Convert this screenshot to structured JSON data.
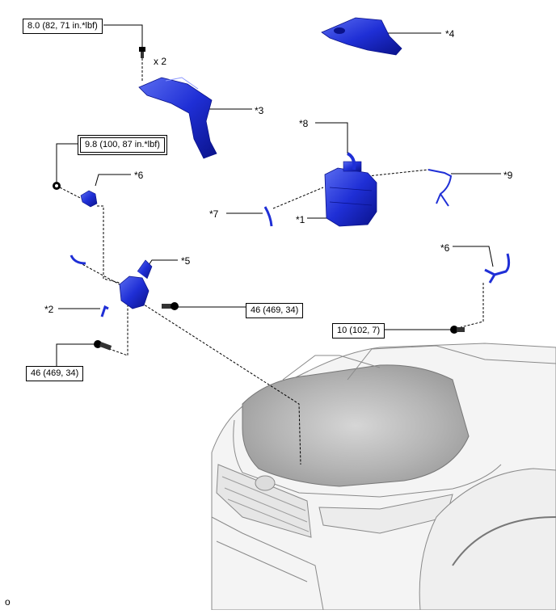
{
  "torque_specs": {
    "t1": "8.0 (82, 71 in.*lbf)",
    "t2": "9.8 (100, 87 in.*lbf)",
    "t3": "46 (469, 34)",
    "t4": "46 (469, 34)",
    "t5": "10 (102, 7)"
  },
  "quantity": "x 2",
  "callouts": {
    "c1": "*1",
    "c2": "*2",
    "c3": "*3",
    "c4": "*4",
    "c5": "*5",
    "c6a": "*6",
    "c6b": "*6",
    "c7": "*7",
    "c8": "*8",
    "c9": "*9"
  },
  "illustration_code": "o",
  "colors": {
    "part_blue": "#1f2fd6",
    "part_dark": "#0a128a",
    "part_light": "#5a6cf0",
    "leader": "#000000",
    "vehicle_line": "#8a8a8a",
    "vehicle_fill": "#f4f4f4",
    "engine_gray": "#bdbdbd"
  }
}
